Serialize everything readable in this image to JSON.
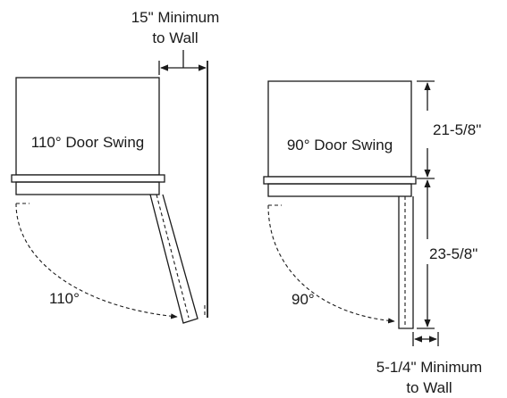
{
  "left_unit": {
    "label": "110° Door Swing",
    "angle_label": "110°",
    "wall_clearance": "15\" Minimum to Wall",
    "wall_clearance_lines": [
      "15\" Minimum",
      "to Wall"
    ]
  },
  "right_unit": {
    "label": "90° Door Swing",
    "angle_label": "90°",
    "cabinet_depth": "21-5/8\"",
    "door_swing_depth": "23-5/8\"",
    "wall_clearance": "5-1/4\" Minimum to Wall",
    "wall_clearance_lines": [
      "5-1/4\" Minimum",
      "to Wall"
    ]
  }
}
